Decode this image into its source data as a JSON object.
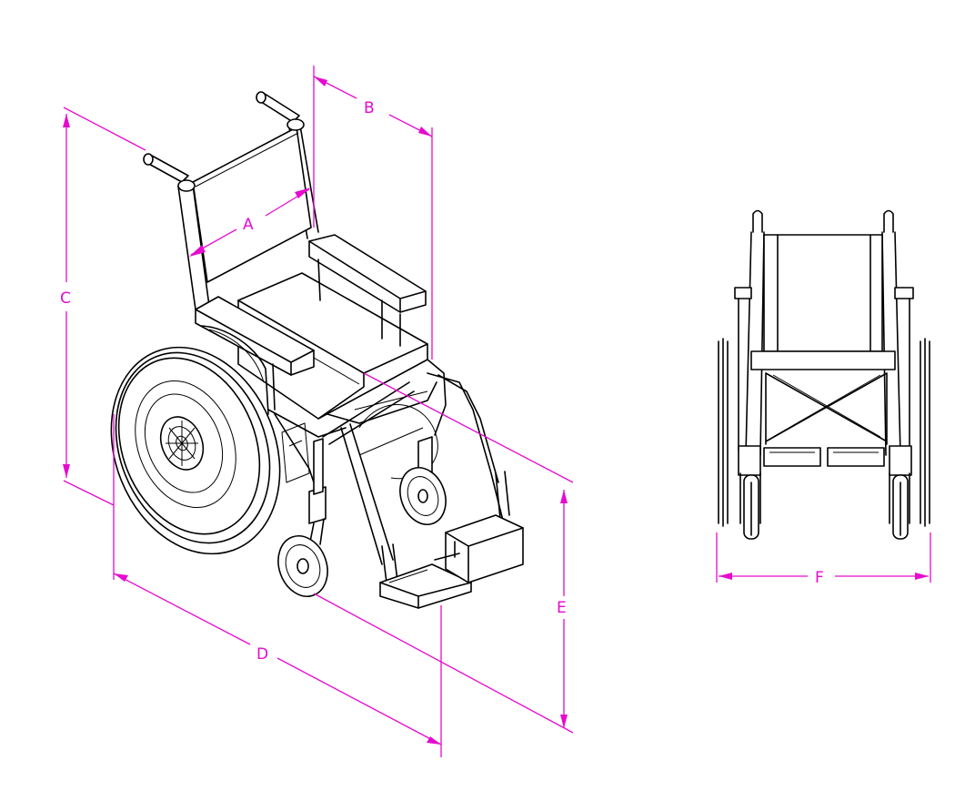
{
  "dimension_labels": {
    "a": "A",
    "b": "B",
    "c": "C",
    "d": "D",
    "e": "E",
    "f": "F"
  },
  "colors": {
    "dimension": "#e60acf",
    "drawing": "#000000",
    "background": "#ffffff"
  }
}
